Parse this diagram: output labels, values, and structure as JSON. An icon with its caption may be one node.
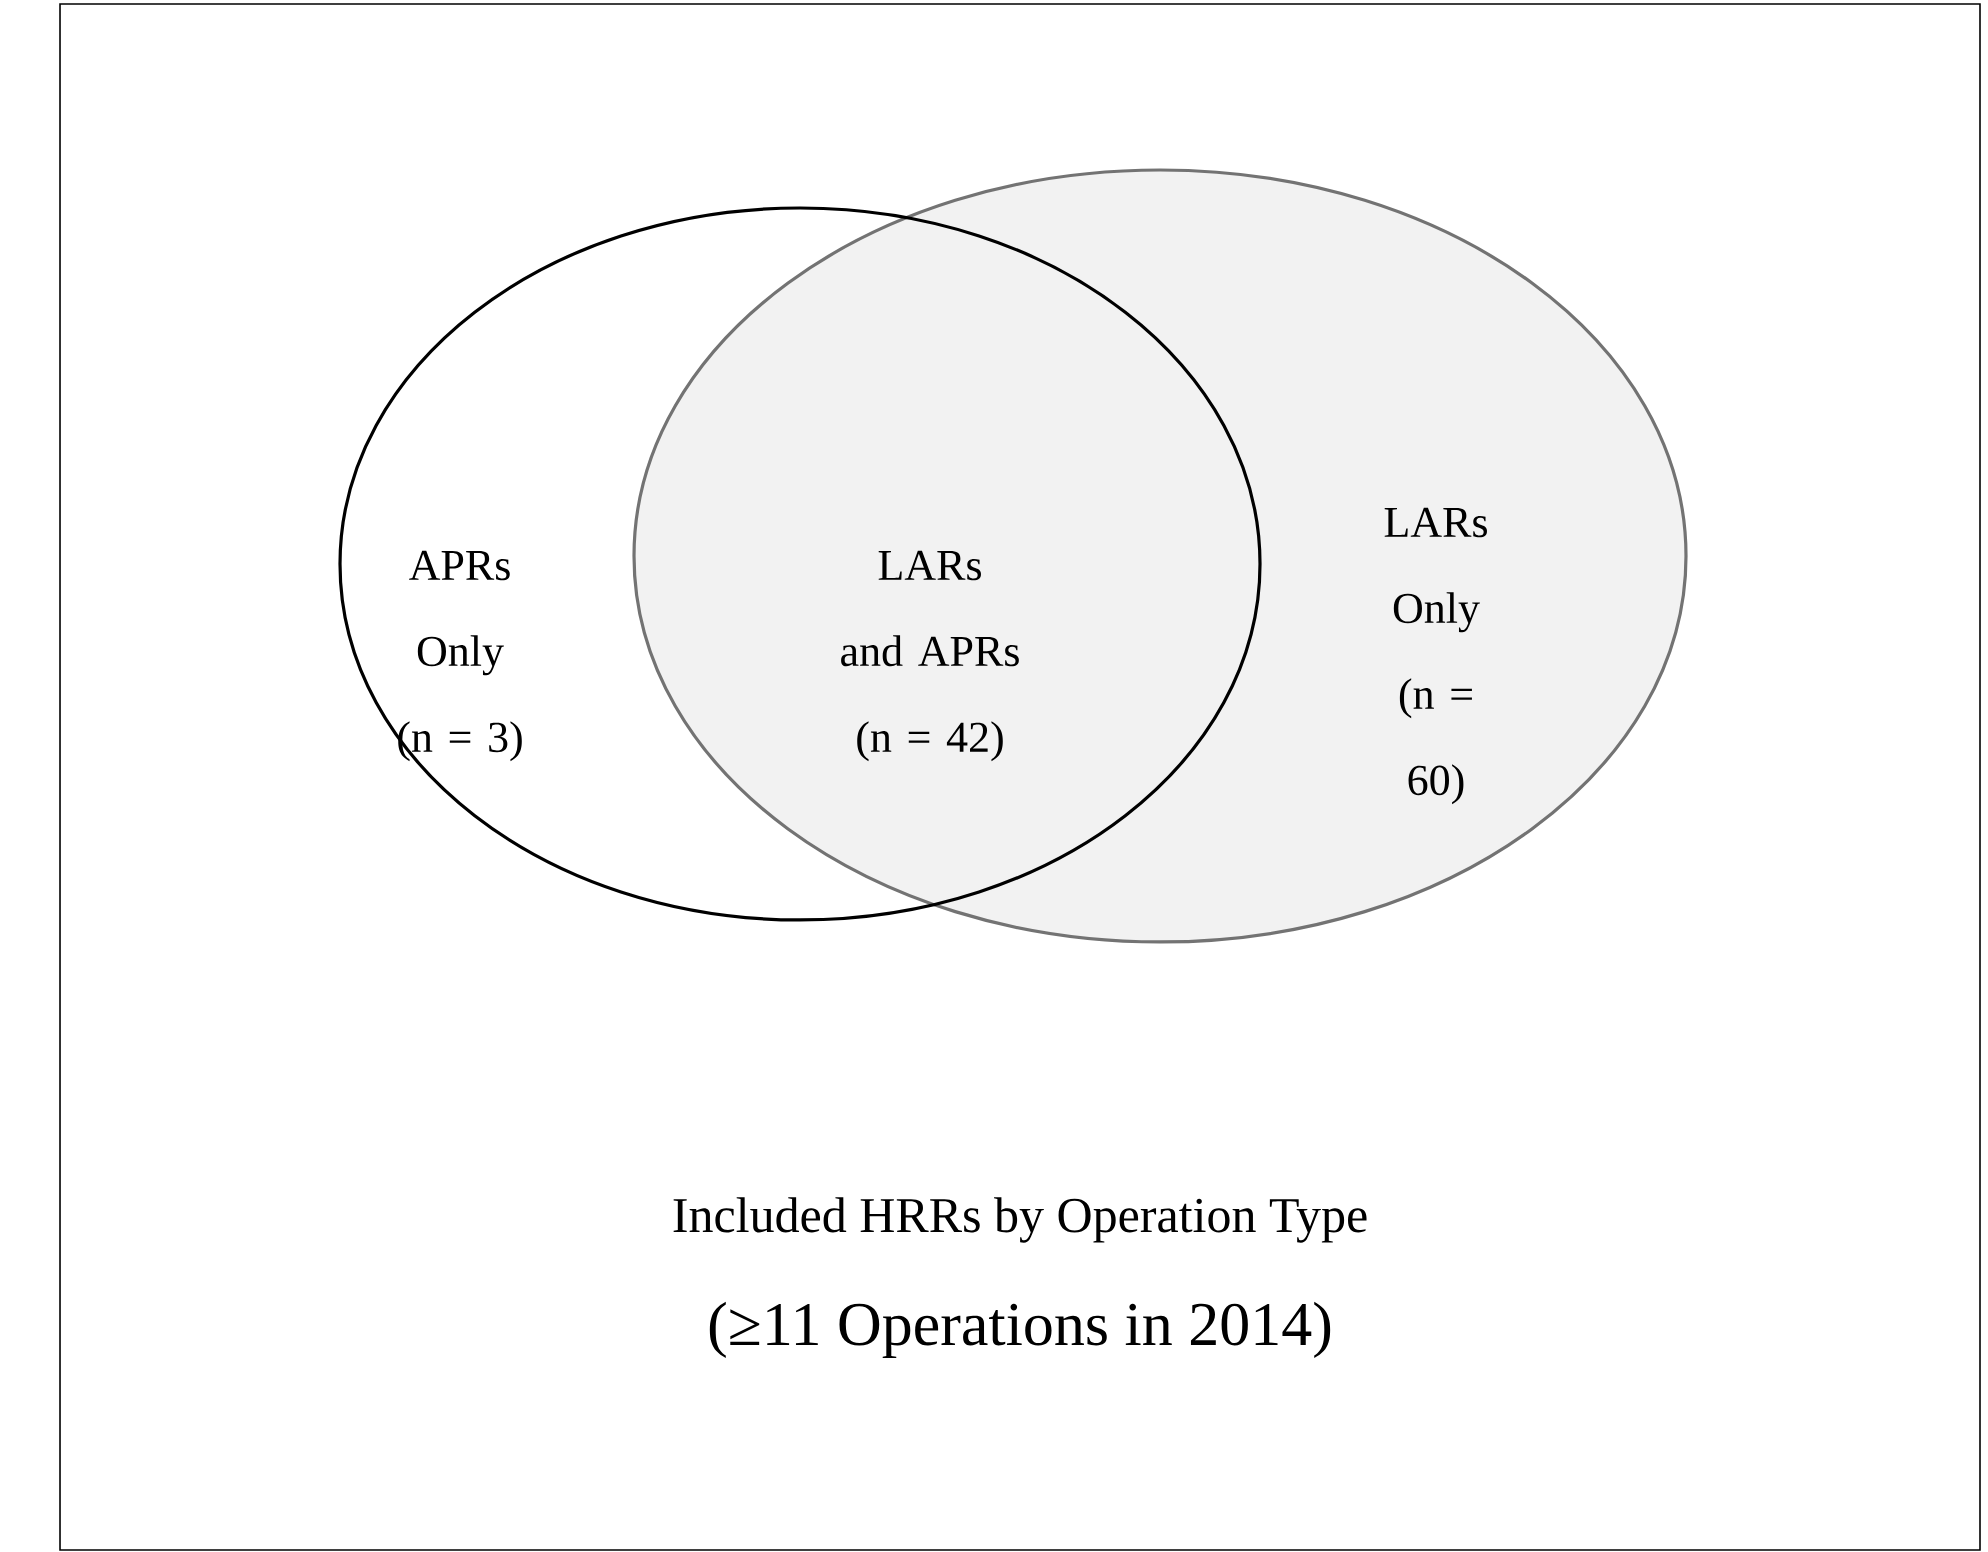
{
  "diagram": {
    "title": "Included HRRs by Operation Type",
    "caption": "(≥11 Operations in 2014)",
    "nodes": [
      {
        "text": [
          "APRs Only",
          "(n = 3)"
        ]
      },
      {
        "text": [
          "LARs Only",
          "(n = 60)"
        ]
      }
    ],
    "labels": [
      "LARs and APRs",
      "(n = 42)"
    ]
  }
}
